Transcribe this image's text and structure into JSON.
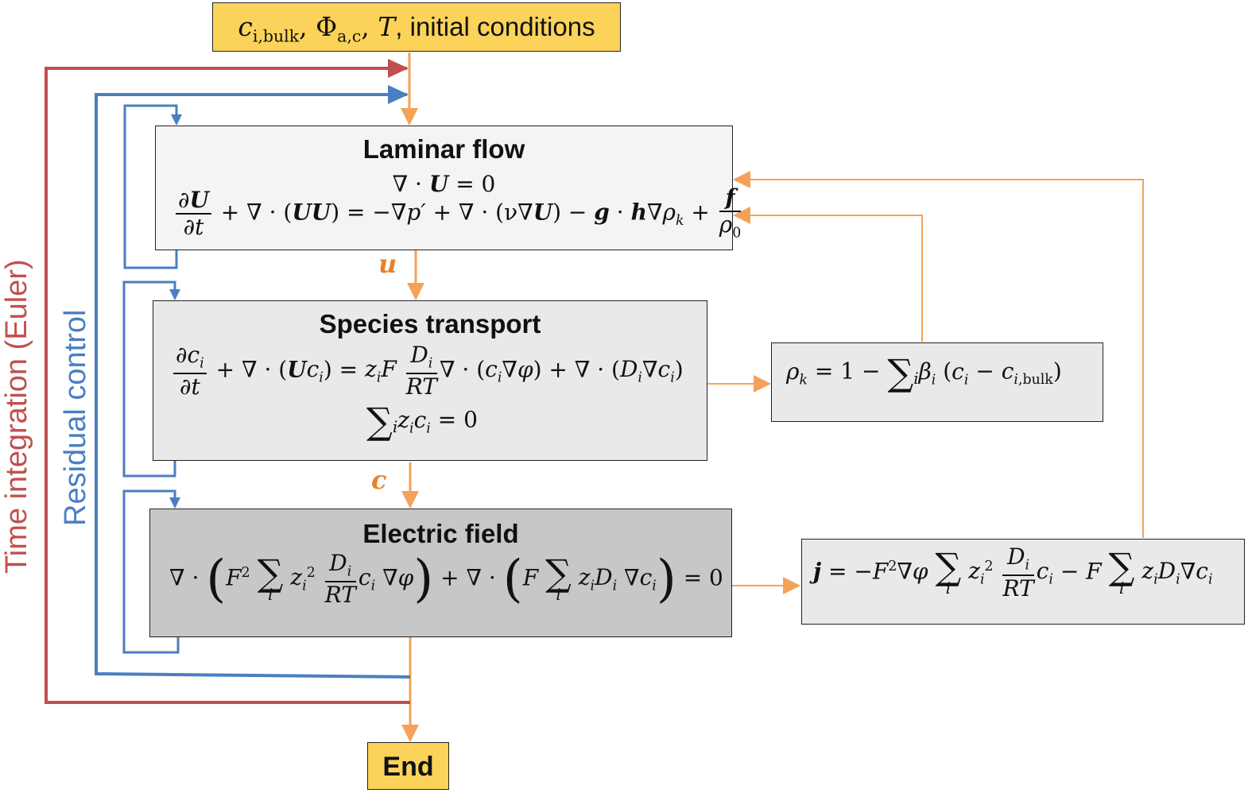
{
  "colors": {
    "orange": "#f4a259",
    "red": "#c0504d",
    "blue": "#4a7fc1",
    "yellow": "#fbd35a"
  },
  "start": {
    "label": "c_i,bulk, Φ_a,c, T, initial conditions"
  },
  "end": {
    "label": "End"
  },
  "loops": {
    "time": "Time integration (Euler)",
    "residual": "Residual control"
  },
  "laminar": {
    "title": "Laminar flow",
    "eq1": "∇ · U = 0",
    "eq2": "∂U/∂t + ∇ · (UU) = −∇p′ + ∇ · (ν∇U) − g · h∇ρ_k + f/ρ_0"
  },
  "species": {
    "title": "Species transport",
    "eq1": "∂c_i/∂t + ∇ · (Uc_i) = z_iF D_i/RT ∇ · (c_i∇φ) + ∇ · (D_i∇c_i)",
    "eq2": "∑_i z_ic_i = 0"
  },
  "electric": {
    "title": "Electric field",
    "eq1": "∇ · (F² ∑_i z_i² D_i/RT c_i ∇φ) + ∇ · (F ∑_i z_iD_i ∇c_i) = 0"
  },
  "density": {
    "eq": "ρ_k = 1 − ∑_i β_i (c_i − c_i,bulk)"
  },
  "current": {
    "eq": "j = −F²∇φ ∑_i z_i² D_i/RT c_i − F ∑_i z_iD_i∇c_i"
  },
  "flow_labels": {
    "u": "u",
    "c": "c"
  }
}
